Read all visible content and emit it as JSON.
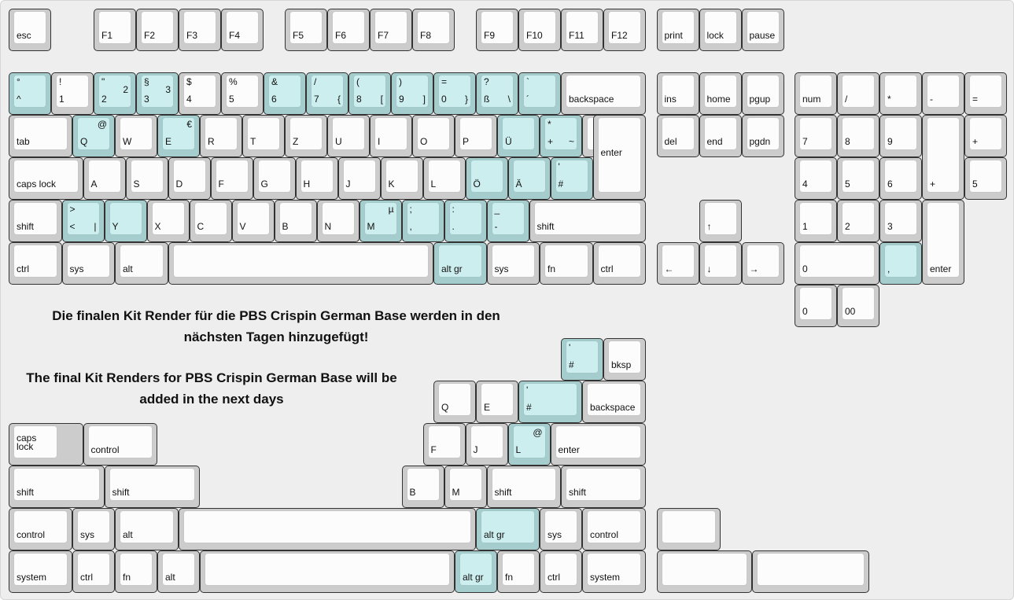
{
  "notes": {
    "german_line1": "Die finalen Kit Render für die PBS Crispin German Base werden in den",
    "german_line2": "nächsten Tagen hinzugefügt!",
    "english_line1": "The final Kit Renders for PBS Crispin German Base will be",
    "english_line2": "added in the next days"
  },
  "colors": {
    "accent_top": "#cdeeee",
    "accent_base": "#a6cdcd",
    "default_top": "#fcfcfc",
    "default_base": "#cccccc",
    "background": "#eeeeee"
  },
  "keys": [
    {
      "bl": "esc"
    },
    {
      "bl": "F1"
    },
    {
      "bl": "F2"
    },
    {
      "bl": "F3"
    },
    {
      "bl": "F4"
    },
    {
      "bl": "F5"
    },
    {
      "bl": "F6"
    },
    {
      "bl": "F7"
    },
    {
      "bl": "F8"
    },
    {
      "bl": "F9"
    },
    {
      "bl": "F10"
    },
    {
      "bl": "F11"
    },
    {
      "bl": "F12"
    },
    {
      "bl": "print"
    },
    {
      "bl": "lock"
    },
    {
      "bl": "pause"
    },
    {
      "tl": "°",
      "bl": "^",
      "a": 1
    },
    {
      "tl": "!",
      "bl": "1"
    },
    {
      "tl": "\"",
      "bl": "2",
      "mr": "2",
      "a": 1
    },
    {
      "tl": "§",
      "bl": "3",
      "mr": "3",
      "a": 1
    },
    {
      "tl": "$",
      "bl": "4"
    },
    {
      "tl": "%",
      "bl": "5"
    },
    {
      "tl": "&",
      "bl": "6",
      "a": 1
    },
    {
      "tl": "/",
      "bl": "7",
      "br": "{",
      "a": 1
    },
    {
      "tl": "(",
      "bl": "8",
      "br": "[",
      "a": 1
    },
    {
      "tl": ")",
      "bl": "9",
      "br": "]",
      "a": 1
    },
    {
      "tl": "=",
      "bl": "0",
      "br": "}",
      "a": 1
    },
    {
      "tl": "?",
      "bl": "ß",
      "br": "\\",
      "a": 1
    },
    {
      "tl": "`",
      "bl": "´",
      "a": 1
    },
    {
      "bl": "backspace"
    },
    {
      "bl": "ins"
    },
    {
      "bl": "home"
    },
    {
      "bl": "pgup"
    },
    {
      "bl": "num"
    },
    {
      "bl": "/"
    },
    {
      "bl": "*"
    },
    {
      "bl": "-"
    },
    {
      "bl": "="
    },
    {
      "bl": "tab"
    },
    {
      "bl": "Q",
      "tr": "@",
      "a": 1
    },
    {
      "bl": "W"
    },
    {
      "bl": "E",
      "tr": "€",
      "a": 1
    },
    {
      "bl": "R"
    },
    {
      "bl": "T"
    },
    {
      "bl": "Z"
    },
    {
      "bl": "U"
    },
    {
      "bl": "I"
    },
    {
      "bl": "O"
    },
    {
      "bl": "P"
    },
    {
      "bl": "Ü",
      "a": 1
    },
    {
      "tl": "*",
      "bl": "+",
      "br": "~",
      "a": 1
    },
    {
      "me": "enter"
    },
    {
      "bl": "del"
    },
    {
      "bl": "end"
    },
    {
      "bl": "pgdn"
    },
    {
      "bl": "7"
    },
    {
      "bl": "8"
    },
    {
      "bl": "9"
    },
    {
      "bl": "+"
    },
    {
      "bl": "+"
    },
    {
      "bl": "caps lock"
    },
    {
      "bl": "A"
    },
    {
      "bl": "S"
    },
    {
      "bl": "D"
    },
    {
      "bl": "F"
    },
    {
      "bl": "G"
    },
    {
      "bl": "H"
    },
    {
      "bl": "J"
    },
    {
      "bl": "K"
    },
    {
      "bl": "L"
    },
    {
      "bl": "Ö",
      "a": 1
    },
    {
      "bl": "Ä",
      "a": 1
    },
    {
      "tl": "'",
      "bl": "#",
      "a": 1
    },
    {
      "bl": "4"
    },
    {
      "bl": "5"
    },
    {
      "bl": "6"
    },
    {
      "bl": "5"
    },
    {
      "bl": "shift"
    },
    {
      "tl": ">",
      "bl": "<",
      "br": "|",
      "a": 1
    },
    {
      "bl": "Y",
      "a": 1
    },
    {
      "bl": "X"
    },
    {
      "bl": "C"
    },
    {
      "bl": "V"
    },
    {
      "bl": "B"
    },
    {
      "bl": "N"
    },
    {
      "bl": "M",
      "tr": "µ",
      "a": 1
    },
    {
      "tl": ";",
      "bl": ",",
      "a": 1
    },
    {
      "tl": ":",
      "bl": ".",
      "a": 1
    },
    {
      "tl": "_",
      "bl": "-",
      "a": 1
    },
    {
      "bl": "shift"
    },
    {
      "bl": "↑"
    },
    {
      "bl": "1"
    },
    {
      "bl": "2"
    },
    {
      "bl": "3"
    },
    {
      "bl": "enter"
    },
    {
      "bl": "ctrl"
    },
    {
      "bl": "sys"
    },
    {
      "bl": "alt"
    },
    {},
    {
      "bl": "alt gr",
      "a": 1
    },
    {
      "bl": "sys"
    },
    {
      "bl": "fn"
    },
    {
      "bl": "ctrl"
    },
    {
      "bl": "←"
    },
    {
      "bl": "↓"
    },
    {
      "bl": "→"
    },
    {
      "bl": "0"
    },
    {
      "bl": ",",
      "a": 1
    },
    {
      "bl": "0"
    },
    {
      "bl": "00"
    },
    {
      "tl": "'",
      "bl": "#",
      "a": 1
    },
    {
      "bl": "bksp"
    },
    {
      "bl": "Q"
    },
    {
      "bl": "E"
    },
    {
      "tl": "'",
      "bl": "#",
      "a": 1
    },
    {
      "bl": "backspace"
    },
    {
      "ml": "caps\nlock"
    },
    {
      "bl": "control"
    },
    {
      "bl": "F"
    },
    {
      "bl": "J"
    },
    {
      "bl": "L",
      "tr": "@",
      "a": 1
    },
    {
      "bl": "enter"
    },
    {
      "bl": "shift"
    },
    {
      "bl": "shift"
    },
    {
      "bl": "B"
    },
    {
      "bl": "M"
    },
    {
      "bl": "shift"
    },
    {
      "bl": "shift"
    },
    {
      "bl": "control"
    },
    {
      "bl": "sys"
    },
    {
      "bl": "alt"
    },
    {},
    {
      "bl": "alt gr",
      "a": 1
    },
    {
      "bl": "sys"
    },
    {
      "bl": "control"
    },
    {},
    {
      "bl": "system"
    },
    {
      "bl": "ctrl"
    },
    {
      "bl": "fn"
    },
    {
      "bl": "alt"
    },
    {},
    {
      "bl": "alt gr",
      "a": 1
    },
    {
      "bl": "fn"
    },
    {
      "bl": "ctrl"
    },
    {
      "bl": "system"
    },
    {},
    {}
  ]
}
